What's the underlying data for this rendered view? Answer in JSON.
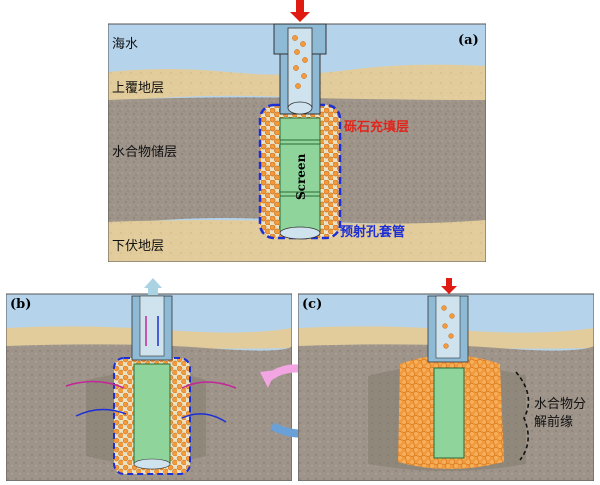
{
  "panels": {
    "a": {
      "tag": "(a)",
      "layers": {
        "sea": "海水",
        "overburden": "上覆地层",
        "reservoir": "水合物储层",
        "underburden": "下伏地层"
      },
      "gravel_pack": "砾石充填层",
      "perforated_casing": "预射孔套管",
      "screen": "Screen"
    },
    "b": {
      "tag": "(b)"
    },
    "c": {
      "tag": "(c)",
      "dissociation_front_line1": "水合物分",
      "dissociation_front_line2": "解前缘"
    }
  },
  "colors": {
    "sea": "#b5d4ec",
    "sand": "#e2cc9c",
    "reservoir": "#9e948a",
    "screen": "#8fd49a",
    "pipe": "#8fbad6",
    "gravel": "#f29a3c",
    "arrow_red": "#e01b12",
    "arrow_blue": "#1c2fd6"
  }
}
